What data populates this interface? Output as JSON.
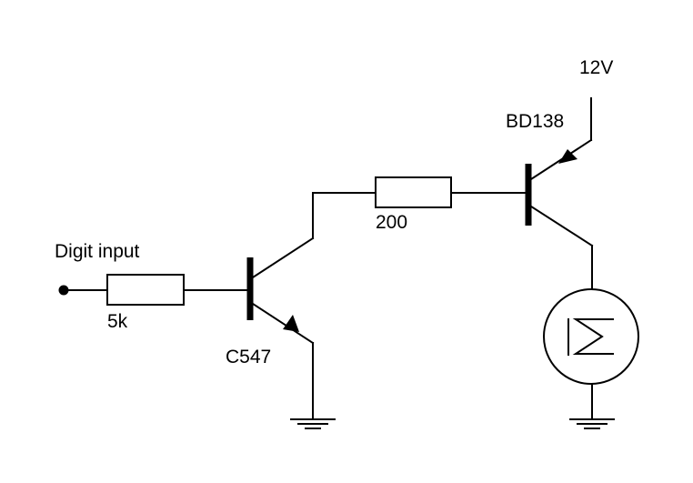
{
  "labels": {
    "input": "Digit input",
    "r1": "5k",
    "r2": "200",
    "q1": "C547",
    "q2": "BD138",
    "supply": "12V"
  },
  "colors": {
    "stroke": "#000000",
    "background": "#ffffff"
  }
}
